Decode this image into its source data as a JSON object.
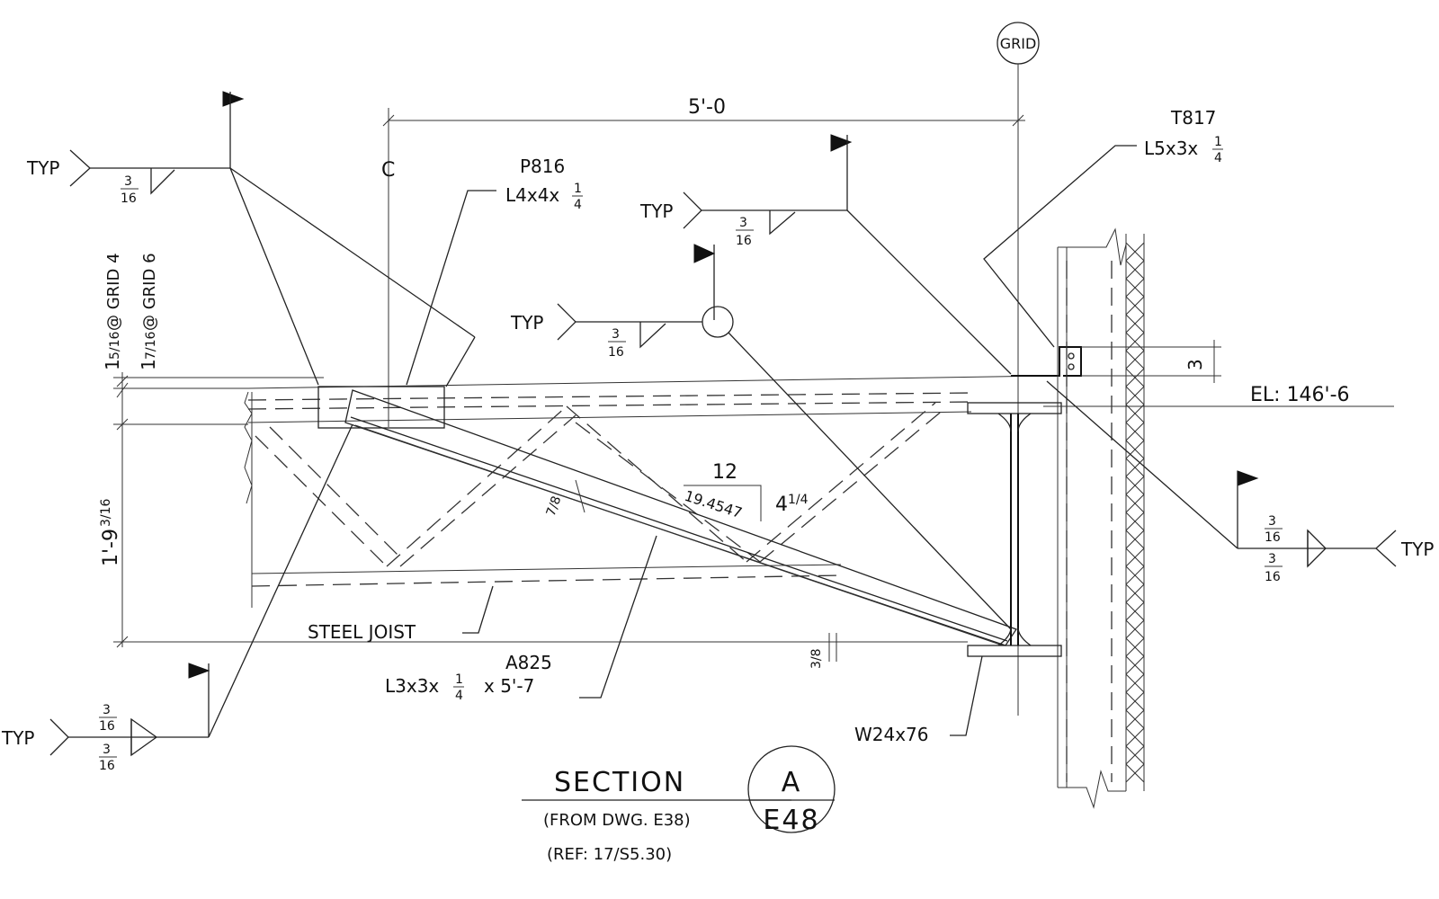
{
  "grid_bubble": "GRID",
  "centerline": "C",
  "dims": {
    "span": "5'-0",
    "elevation": "EL: 146'-6",
    "joist_depth": "1'-9",
    "joist_depth_frac": "3/16",
    "gap_grid4_whole": "1",
    "gap_grid4_frac": "5/16",
    "gap_grid4_text": "@ GRID 4",
    "gap_grid6_whole": "1",
    "gap_grid6_frac": "7/16",
    "gap_grid6_text": "@ GRID 6",
    "clip_height": "3",
    "flange_offset": "3/8",
    "slope_rise": "12",
    "slope_run_whole": "4",
    "slope_run_frac": "1/4",
    "slope_angle": "19.4547",
    "leg_offset": "7/8"
  },
  "welds": {
    "typ": "TYP",
    "size_num": "3",
    "size_den": "16"
  },
  "members": {
    "p816_mark": "P816",
    "p816_size": "L4x4x",
    "t817_mark": "T817",
    "t817_size": "L5x3x",
    "quarter_num": "1",
    "quarter_den": "4",
    "a825_mark": "A825",
    "a825_size": "L3x3x",
    "a825_length": "x  5'-7",
    "beam": "W24x76",
    "joist": "STEEL JOIST"
  },
  "title": {
    "section": "SECTION",
    "letter": "A",
    "sheet": "E48",
    "from": "(FROM DWG. E38)",
    "ref": "(REF: 17/S5.30)"
  }
}
